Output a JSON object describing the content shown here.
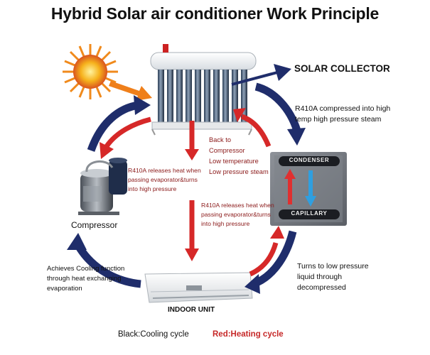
{
  "title": "Hybrid Solar air conditioner Work Principle",
  "labels": {
    "solar_collector": "SOLAR COLLECTOR",
    "r410a_compressed": "R410A compressed into high temp high pressure steam",
    "back_to_compressor": [
      "Back to",
      "Compressor",
      "Low temperature",
      "Low pressure steam"
    ],
    "evap_left": "R410A releases heat when passing evaporator&turns into high pressure",
    "evap_center": "R410A releases heat when passing evaporator&turns into high pressure",
    "compressor": "Compressor",
    "condenser": "CONDENSER",
    "capillary": "CAPILLARY",
    "turns_low_pressure": "Turns to low pressure liquid through decompressed",
    "achieves_cooling": "Achieves Cooling function through heat exchanging evaporation",
    "indoor_unit": "INDOOR UNIT"
  },
  "legend": {
    "cooling": "Black:Cooling cycle",
    "heating": "Red:Heating cycle"
  },
  "colors": {
    "cooling_arrow": "#1f2d6b",
    "heating_arrow": "#d62828",
    "heating_text": "#c62828",
    "sun": "#f2a21b"
  }
}
